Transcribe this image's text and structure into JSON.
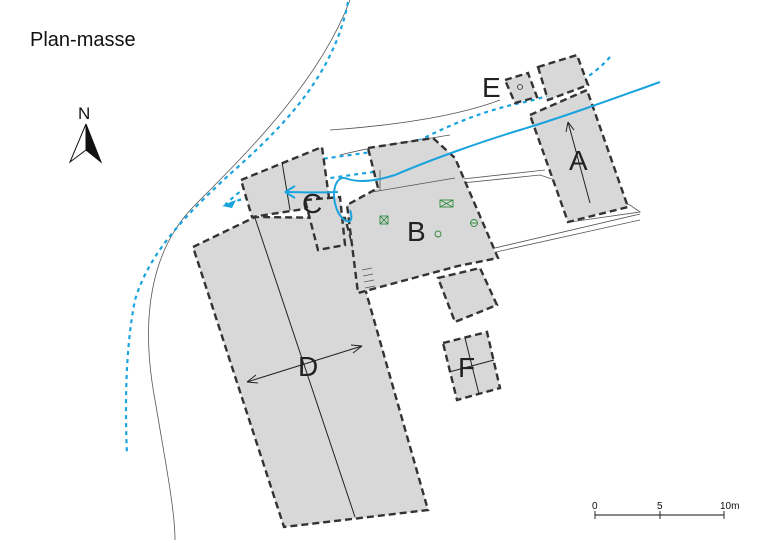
{
  "title": "Plan-masse",
  "north": {
    "label": "N"
  },
  "buildings": [
    {
      "id": "A",
      "label": "A"
    },
    {
      "id": "B",
      "label": "B"
    },
    {
      "id": "C",
      "label": "C"
    },
    {
      "id": "D",
      "label": "D"
    },
    {
      "id": "E",
      "label": "E"
    },
    {
      "id": "F",
      "label": "F"
    }
  ],
  "scale": {
    "ticks": [
      "0",
      "5",
      "10m"
    ]
  },
  "colors": {
    "building_fill": "#d8d8d8",
    "outline": "#333333",
    "water": "#1aa3dd",
    "markers": "#2f8a3c"
  }
}
